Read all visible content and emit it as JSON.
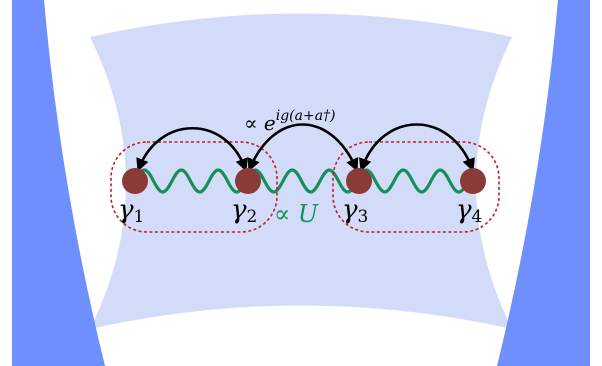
{
  "colors": {
    "mirror": "#6f8ffc",
    "cavity_mode": "#d2dcf8",
    "site": "#8b3a3a",
    "interaction_wave": "#16905a",
    "pair_outline": "#c0202a",
    "hopping_arrow": "#000000"
  },
  "sites": [
    {
      "symbol": "γ",
      "index": "1"
    },
    {
      "symbol": "γ",
      "index": "2"
    },
    {
      "symbol": "γ",
      "index": "3"
    },
    {
      "symbol": "γ",
      "index": "4"
    }
  ],
  "labels": {
    "hopping_prefix": "∝ e",
    "hopping_exponent": "ig(a+a†)",
    "interaction_prefix": "∝ ",
    "interaction_symbol": "U"
  },
  "icons": {
    "mirror": "curved-mirror",
    "arrow": "double-headed-curved-arrow",
    "wave": "wavy-coupling-line"
  }
}
